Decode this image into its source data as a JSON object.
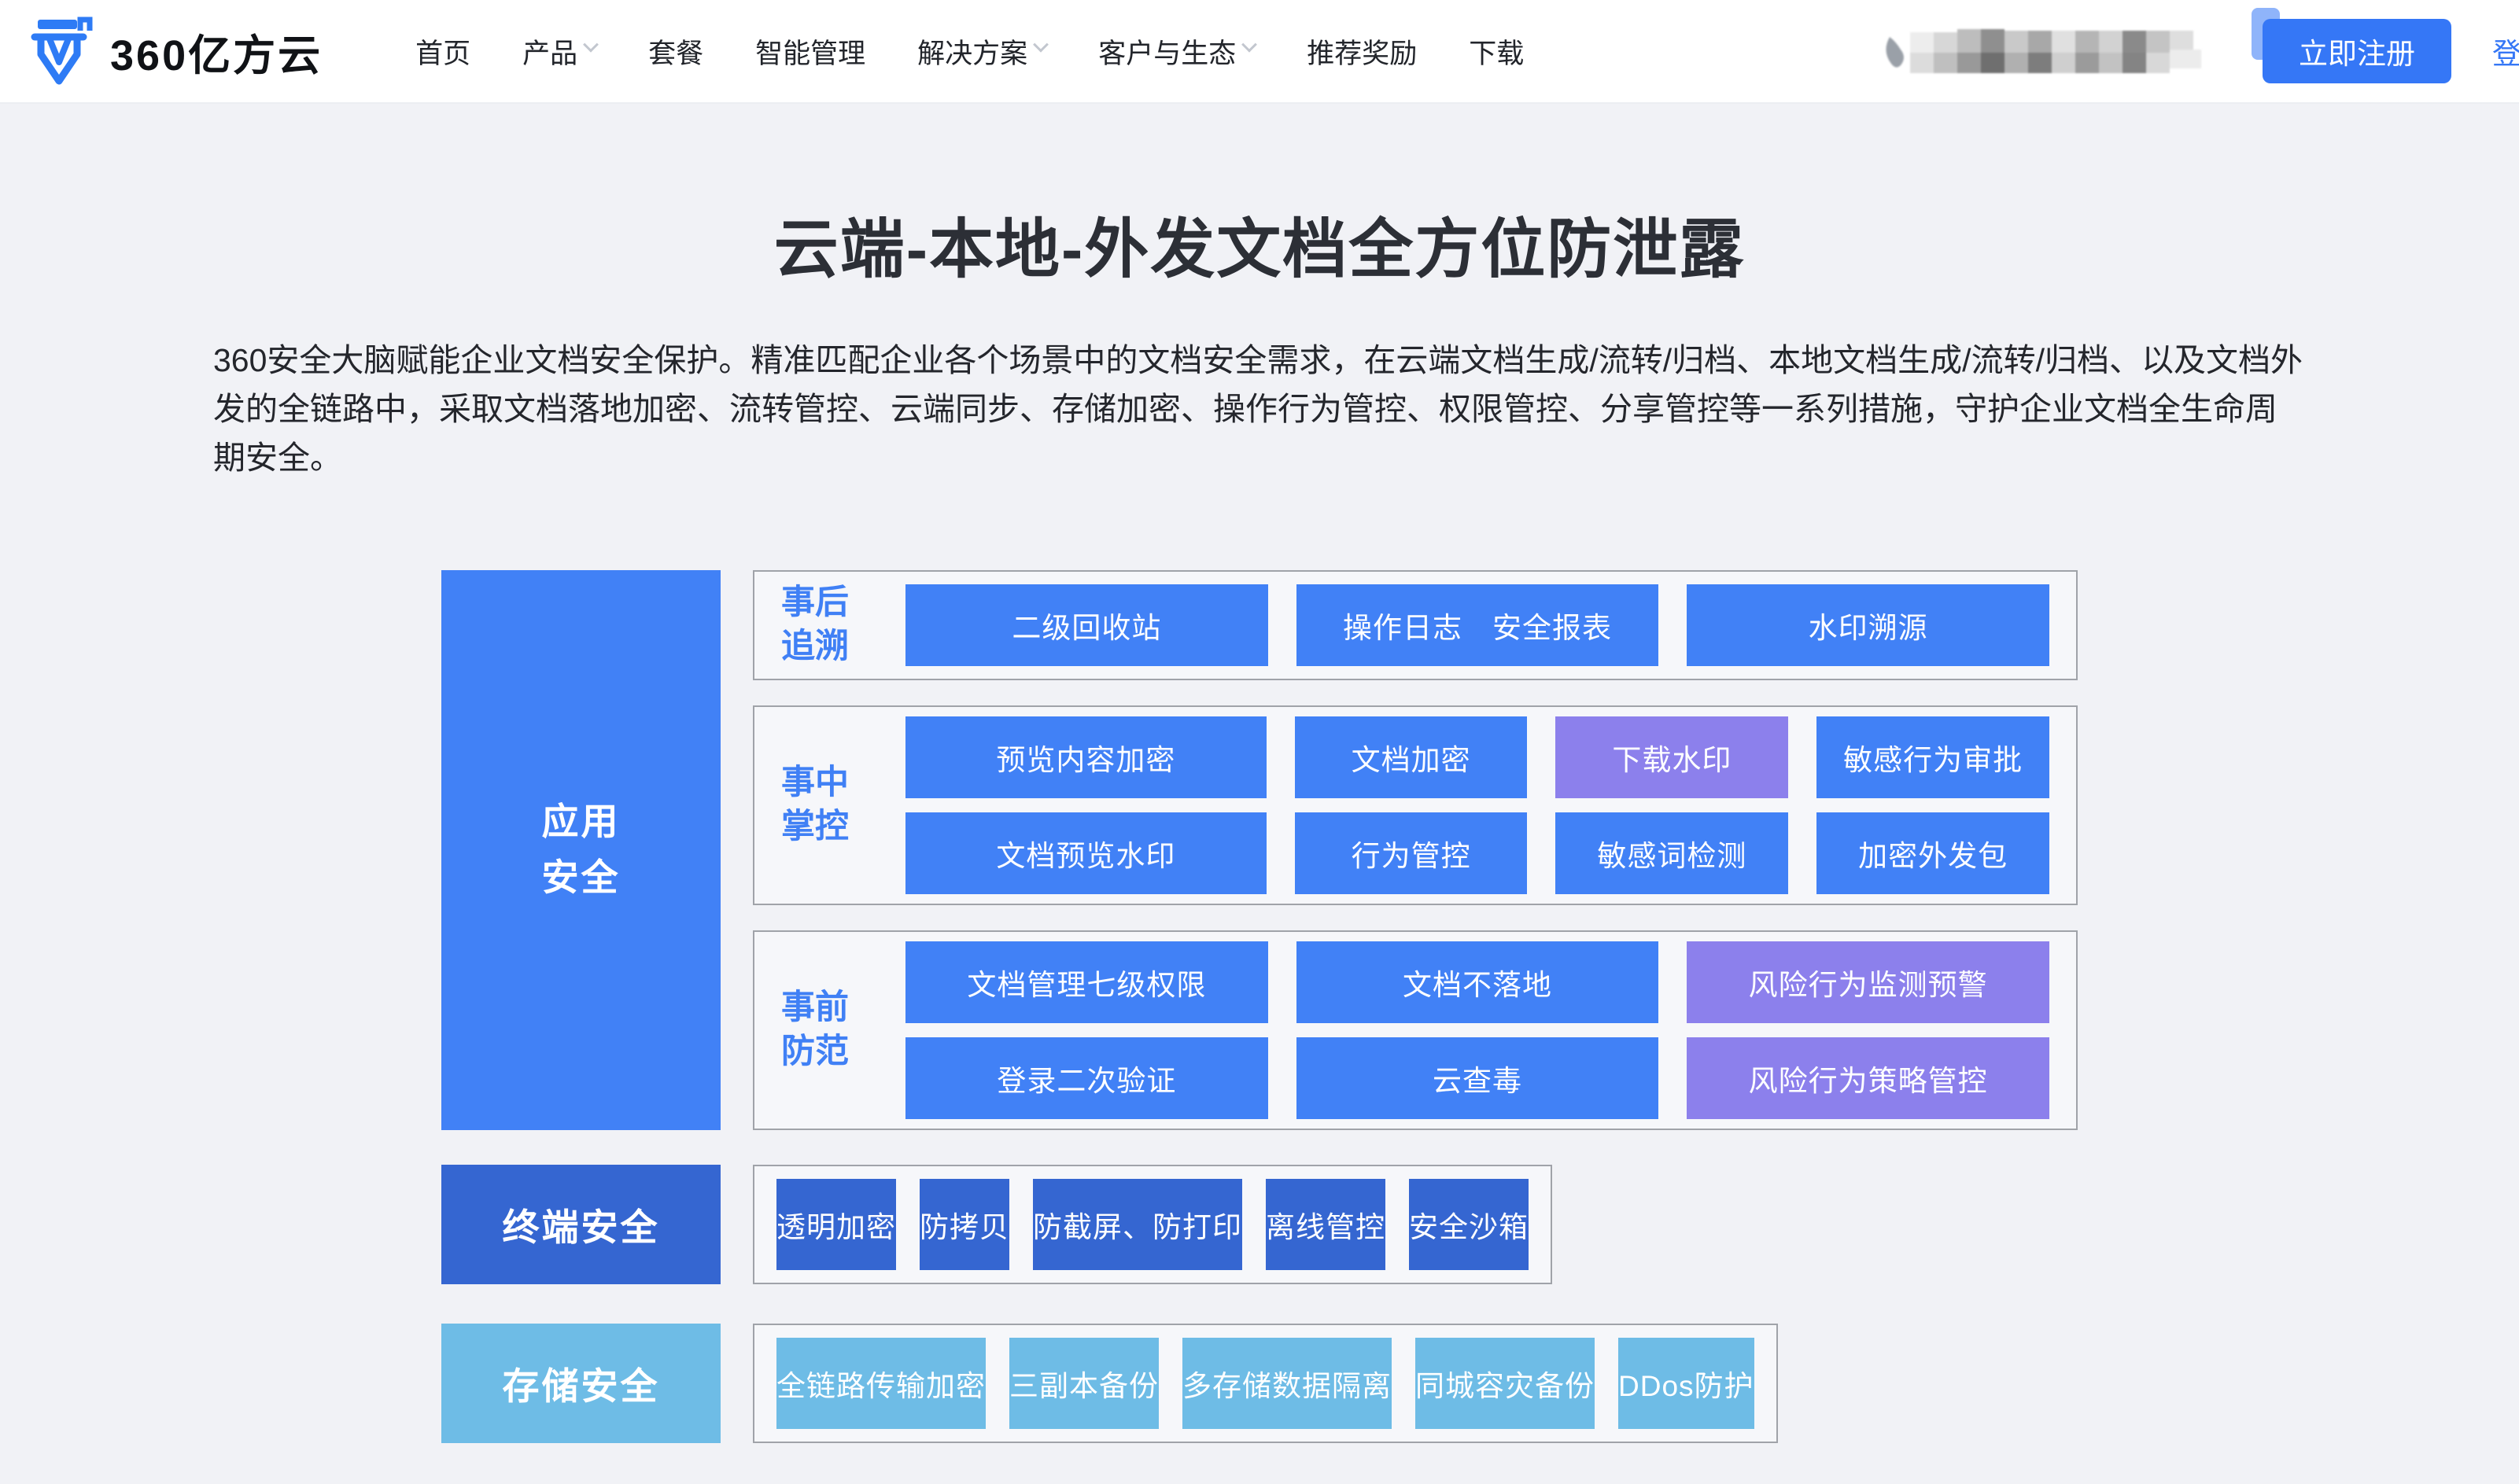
{
  "header": {
    "logo_text": "360亿方云",
    "nav": [
      {
        "label": "首页",
        "chevron": false
      },
      {
        "label": "产品",
        "chevron": true
      },
      {
        "label": "套餐",
        "chevron": false
      },
      {
        "label": "智能管理",
        "chevron": false
      },
      {
        "label": "解决方案",
        "chevron": true
      },
      {
        "label": "客户与生态",
        "chevron": true
      },
      {
        "label": "推荐奖励",
        "chevron": false
      },
      {
        "label": "下载",
        "chevron": false
      }
    ],
    "register_label": "立即注册",
    "login_label": "登录"
  },
  "hero": {
    "title": "云端-本地-外发文档全方位防泄露",
    "description": "360安全大脑赋能企业文档安全保护。精准匹配企业各个场景中的文档安全需求，在云端文档生成/流转/归档、本地文档生成/流转/归档、以及文档外发的全链路中，采取文档落地加密、流转管控、云端同步、存储加密、操作行为管控、权限管控、分享管控等一系列措施，守护企业文档全生命周期安全。"
  },
  "diagram": {
    "colors": {
      "primary_blue": "#4181F6",
      "purple": "#8C80EC",
      "dark_blue": "#3566D1",
      "light_blue": "#6EBCE6",
      "label_blue": "#4080F5",
      "accent": "#3577F6"
    },
    "app_security_label": "应用\n安全",
    "groups": [
      {
        "label": "事后\n追溯",
        "wide_first": false,
        "rows": [
          [
            {
              "label": "二级回收站"
            },
            {
              "label": "操作日志　安全报表"
            },
            {
              "label": "水印溯源"
            }
          ]
        ]
      },
      {
        "label": "事中\n掌控",
        "wide_first": true,
        "rows": [
          [
            {
              "label": "预览内容加密"
            },
            {
              "label": "文档加密"
            },
            {
              "label": "下载水印",
              "variant": "purple"
            },
            {
              "label": "敏感行为审批"
            }
          ],
          [
            {
              "label": "文档预览水印"
            },
            {
              "label": "行为管控"
            },
            {
              "label": "敏感词检测"
            },
            {
              "label": "加密外发包"
            }
          ]
        ]
      },
      {
        "label": "事前\n防范",
        "wide_first": false,
        "rows": [
          [
            {
              "label": "文档管理七级权限"
            },
            {
              "label": "文档不落地"
            },
            {
              "label": "风险行为监测预警",
              "variant": "purple"
            }
          ],
          [
            {
              "label": "登录二次验证"
            },
            {
              "label": "云查毒"
            },
            {
              "label": "风险行为策略管控",
              "variant": "purple"
            }
          ]
        ]
      }
    ],
    "terminal": {
      "label": "终端安全",
      "items": [
        "透明加密",
        "防拷贝",
        "防截屏、防打印",
        "离线管控",
        "安全沙箱"
      ]
    },
    "storage": {
      "label": "存储安全",
      "items": [
        "全链路传输加密",
        "三副本备份",
        "多存储数据隔离",
        "同城容灾备份",
        "DDos防护"
      ]
    }
  }
}
